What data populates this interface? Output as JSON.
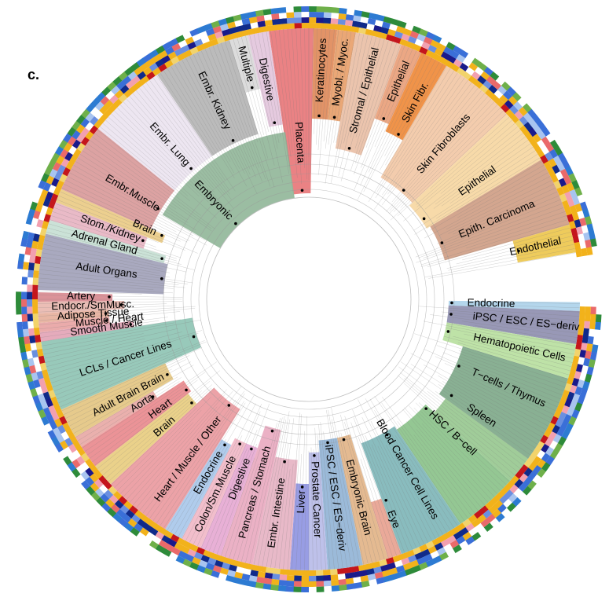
{
  "panel_label": "c.",
  "colors": {
    "outer_ring_green": "#2e8b3a",
    "outer_ring_blue": "#3a6fd8",
    "ring_gold": "#f2b21b",
    "ring_navy": "#102a8a",
    "ring_red": "#c4161c",
    "branch": "#9a9a9a"
  },
  "clades": [
    {
      "label": "Placenta",
      "color": "#e8777a",
      "a0": -8.5,
      "a1": 1,
      "r0": 135,
      "r1": 345,
      "label_r": 200,
      "label_a": -3.5
    },
    {
      "label": "Keratinocytes",
      "color": "#e08a5a",
      "a0": 1,
      "a1": 6,
      "r0": 230,
      "r1": 345,
      "label_r": 292,
      "label_a": 3.2
    },
    {
      "label": "Myobl. / Myoc.",
      "color": "#e8a06a",
      "a0": 6,
      "a1": 10,
      "r0": 230,
      "r1": 345,
      "label_r": 292,
      "label_a": 8
    },
    {
      "label": "Stromal / Epithelial",
      "color": "#e9bfa6",
      "a0": 10,
      "a1": 20,
      "r0": 195,
      "r1": 345,
      "label_r": 275,
      "label_a": 15
    },
    {
      "label": "Epithelial",
      "color": "#e9a07a",
      "a0": 20,
      "a1": 24.5,
      "r0": 245,
      "r1": 345,
      "label_r": 300,
      "label_a": 22.5
    },
    {
      "label": "Skin Fibr.",
      "color": "#ef8a3a",
      "a0": 24.5,
      "a1": 30.5,
      "r0": 235,
      "r1": 345,
      "label_r": 285,
      "label_a": 28.5
    },
    {
      "label": "Skin Fibroblasts",
      "color": "#f2c8a6",
      "a0": 30.5,
      "a1": 47,
      "r0": 180,
      "r1": 345,
      "label_r": 262,
      "label_a": 41
    },
    {
      "label": "Epithelial",
      "color": "#f6d7a2",
      "a0": 47,
      "a1": 59,
      "r0": 175,
      "r1": 345,
      "label_r": 262,
      "label_a": 55
    },
    {
      "label": "Epith. Carcinoma",
      "color": "#cf9e86",
      "a0": 59,
      "a1": 74,
      "r0": 180,
      "r1": 345,
      "label_r": 260,
      "label_a": 67
    },
    {
      "label": "Endothelial",
      "color": "#edc74e",
      "a0": 74,
      "a1": 80,
      "r0": 270,
      "r1": 345,
      "label_r": 296,
      "label_a": 77
    },
    {
      "label": "Endocrine",
      "color": "#aed3ea",
      "a0": 90.6,
      "a1": 92.5,
      "r0": 178,
      "r1": 345,
      "label_r": 232,
      "label_a": 91.4
    },
    {
      "label": "iPSC / ESC / ES−deriv",
      "color": "#8f8fb0",
      "a0": 92.5,
      "a1": 99.5,
      "r0": 178,
      "r1": 345,
      "label_r": 278,
      "label_a": 96
    },
    {
      "label": "Hematopoietic Cells",
      "color": "#b8e0a0",
      "a0": 99.5,
      "a1": 107,
      "r0": 178,
      "r1": 345,
      "label_r": 275,
      "label_a": 103
    },
    {
      "label": "T−cells / Thymus",
      "color": "#7fa98a",
      "a0": 107,
      "a1": 126,
      "r0": 205,
      "r1": 345,
      "label_r": 278,
      "label_a": 114
    },
    {
      "label": "Spleen",
      "color": "#98c890",
      "a0": 126,
      "a1": 132,
      "r0": 215,
      "r1": 345,
      "label_r": 265,
      "label_a": 124
    },
    {
      "label": "HSC / B−cell",
      "color": "#8bc28a",
      "a0": 132,
      "a1": 146,
      "r0": 200,
      "r1": 345,
      "label_r": 250,
      "label_a": 133
    },
    {
      "label": "Blood Cancer Cell Lines",
      "color": "#7fb6b8",
      "a0": 146,
      "a1": 160,
      "r0": 195,
      "r1": 345,
      "label_r": 250,
      "label_a": 150
    },
    {
      "label": "Eye",
      "color": "#e8a290",
      "a0": 160,
      "a1": 163,
      "r0": 270,
      "r1": 345,
      "label_r": 300,
      "label_a": 159
    },
    {
      "label": "Embryonic Brain",
      "color": "#e2b488",
      "a0": 163,
      "a1": 168.5,
      "r0": 180,
      "r1": 345,
      "label_r": 260,
      "label_a": 166
    },
    {
      "label": "iPSC / ESC / ES−deriv",
      "color": "#93b4d6",
      "a0": 168.5,
      "a1": 176,
      "r0": 180,
      "r1": 345,
      "label_r": 255,
      "label_a": 172.5
    },
    {
      "label": "Prostate Cancer",
      "color": "#b8bce8",
      "a0": 176,
      "a1": 180,
      "r0": 195,
      "r1": 345,
      "label_r": 255,
      "label_a": 178
    },
    {
      "label": "Liver",
      "color": "#8f95e2",
      "a0": 180,
      "a1": 184,
      "r0": 235,
      "r1": 345,
      "label_r": 258,
      "label_a": 182
    },
    {
      "label": "Embr. Intestine",
      "color": "#e6b3c3",
      "a0": 184,
      "a1": 192,
      "r0": 205,
      "r1": 345,
      "label_r": 275,
      "label_a": 188.5
    },
    {
      "label": "Pancreas / Stomach",
      "color": "#e9aac0",
      "a0": 192,
      "a1": 199,
      "r0": 170,
      "r1": 345,
      "label_r": 255,
      "label_a": 195.5
    },
    {
      "label": "Digestive",
      "color": "#e6a9d2",
      "a0": 199,
      "a1": 203.5,
      "r0": 200,
      "r1": 345,
      "label_r": 245,
      "label_a": 201
    },
    {
      "label": "Colon/Sm.Muscle",
      "color": "#f1b9c7",
      "a0": 203.5,
      "a1": 208,
      "r0": 200,
      "r1": 345,
      "label_r": 275,
      "label_a": 205.5
    },
    {
      "label": "Endocrine",
      "color": "#a9c8ea",
      "a0": 208,
      "a1": 212,
      "r0": 210,
      "r1": 345,
      "label_r": 255,
      "label_a": 210
    },
    {
      "label": "Heart / Muscle / Other",
      "color": "#ea9aa0",
      "a0": 212,
      "a1": 227,
      "r0": 165,
      "r1": 345,
      "label_r": 255,
      "label_a": 217
    },
    {
      "label": "Brain",
      "color": "#e8cd80",
      "a0": 227,
      "a1": 232,
      "r0": 195,
      "r1": 345,
      "label_r": 245,
      "label_a": 228.5
    },
    {
      "label": "Heart",
      "color": "#e98a8e",
      "a0": 232,
      "a1": 237,
      "r0": 190,
      "r1": 345,
      "label_r": 235,
      "label_a": 233.5
    },
    {
      "label": "Aorta",
      "color": "#e8a9a6",
      "a0": 237,
      "a1": 239.5,
      "r0": 230,
      "r1": 345,
      "label_r": 250,
      "label_a": 238
    },
    {
      "label": "Adult Brain Brain",
      "color": "#e4c682",
      "a0": 239.5,
      "a1": 246,
      "r0": 200,
      "r1": 345,
      "label_r": 260,
      "label_a": 242
    },
    {
      "label": "LCLs / Cancer Lines",
      "color": "#8fc4b4",
      "a0": 246,
      "a1": 261,
      "r0": 150,
      "r1": 345,
      "label_r": 245,
      "label_a": 252
    },
    {
      "label": "Smooth Muscle",
      "color": "#e3a4b6",
      "a0": 261,
      "a1": 263,
      "r0": 225,
      "r1": 345,
      "label_r": 260,
      "label_a": 262
    },
    {
      "label": "Muscle / Heart",
      "color": "#e8a4a4",
      "a0": 263,
      "a1": 265,
      "r0": 255,
      "r1": 345,
      "label_r": 255,
      "label_a": 264
    },
    {
      "label": "Adipose Tissue",
      "color": "#e6b09c",
      "a0": 265,
      "a1": 267,
      "r0": 255,
      "r1": 345,
      "label_r": 275,
      "label_a": 266
    },
    {
      "label": "Endocr./SmMusc.",
      "color": "#e9b8b0",
      "a0": 267,
      "a1": 269.5,
      "r0": 235,
      "r1": 345,
      "label_r": 275,
      "label_a": 268.3
    },
    {
      "label": "Artery",
      "color": "#d88a90",
      "a0": 269.5,
      "a1": 271.5,
      "r0": 250,
      "r1": 345,
      "label_r": 290,
      "label_a": 270.7
    },
    {
      "label": "Adult Organs",
      "color": "#a2a2ba",
      "a0": 272,
      "a1": 284,
      "r0": 185,
      "r1": 345,
      "label_r": 260,
      "label_a": 278
    },
    {
      "label": "Adrenal Gland",
      "color": "#c7e0d4",
      "a0": 284,
      "a1": 287,
      "r0": 190,
      "r1": 345,
      "label_r": 270,
      "label_a": 285.5
    },
    {
      "label": "Stom./Kidney",
      "color": "#e7b4c2",
      "a0": 287,
      "a1": 291,
      "r0": 220,
      "r1": 345,
      "label_r": 268,
      "label_a": 289.5
    },
    {
      "label": "Brain",
      "color": "#eacb86",
      "a0": 291,
      "a1": 294,
      "r0": 200,
      "r1": 345,
      "label_r": 228,
      "label_a": 293.5
    },
    {
      "label": "Embr.Muscle",
      "color": "#d99a9a",
      "a0": 294,
      "a1": 309,
      "r0": 220,
      "r1": 345,
      "label_r": 262,
      "label_a": 301
    },
    {
      "label": "Embryonic",
      "color": "#92b79a",
      "a0": 300,
      "a1": 352,
      "r0": 130,
      "r1": 215,
      "label_r": 175,
      "label_a": 316
    },
    {
      "label": "Embr. Lung",
      "color": "#ebe4f0",
      "a0": 309,
      "a1": 326,
      "r0": 220,
      "r1": 345,
      "label_r": 265,
      "label_a": 318
    },
    {
      "label": "Embr. Kidney",
      "color": "#b5b5b5",
      "a0": 326,
      "a1": 343,
      "r0": 220,
      "r1": 345,
      "label_r": 280,
      "label_a": 334.5
    },
    {
      "label": "Multiple",
      "color": "#d9d9d9",
      "a0": 343,
      "a1": 347,
      "r0": 275,
      "r1": 345,
      "label_r": 310,
      "label_a": 345
    },
    {
      "label": "Digestive",
      "color": "#e3c6dc",
      "a0": 347,
      "a1": 351.5,
      "r0": 225,
      "r1": 345,
      "label_r": 285,
      "label_a": 349
    }
  ]
}
